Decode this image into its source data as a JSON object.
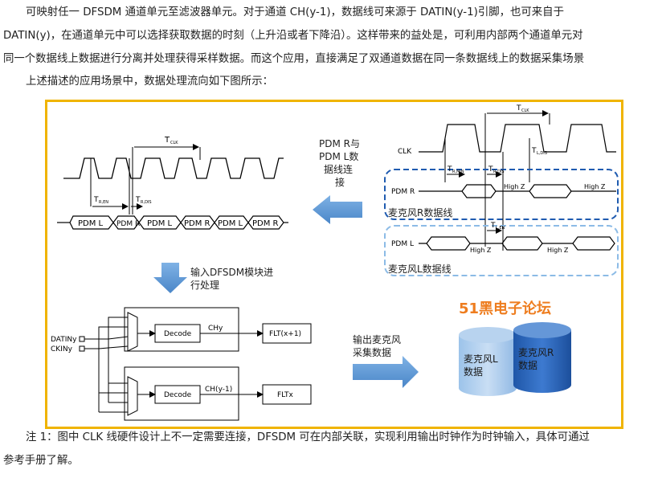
{
  "intro": {
    "line1": "可映射任一 DFSDM 通道单元至滤波器单元。对于通道 CH(y-1)，数据线可来源于 DATIN(y-1)引脚，也可来自于",
    "line2": "DATIN(y)，在通道单元中可以选择获取数据的时刻（上升沿或者下降沿）。这样带来的益处是，可利用内部两个通道单元对",
    "line3": "同一个数据线上数据进行分离并处理获得采样数据。而这个应用，直接满足了双通道数据在同一条数据线上的数据采集场景",
    "line4": "上述描述的应用场景中，数据处理流向如下图所示："
  },
  "diagram": {
    "left_timing": {
      "tclk": "T",
      "tclk_sub": "CLK",
      "tren": "T",
      "tren_sub": "R,EN",
      "trdis": "T",
      "trdis_sub": "R,DIS",
      "slots": [
        "PDM L",
        "PDM R",
        "PDM L",
        "PDM R",
        "PDM L",
        "PDM R"
      ]
    },
    "arrow1_label": [
      "PDM R与",
      "PDM L数",
      "据线连",
      "接"
    ],
    "right_timing": {
      "tclk": "T",
      "tclk_sub": "CLK",
      "clk_label": "CLK",
      "tldis": "T",
      "tldis_sub": "L,DIS",
      "trmin": "T",
      "trmin_sub": "R,MIN",
      "trdis": "T",
      "trdis_sub": "R,DIS",
      "tlen": "T",
      "tlen_sub": "L,EN",
      "pdmr_label": "PDM R",
      "pdml_label": "PDM L",
      "highz": "High Z",
      "group_r": "麦克风R数据线",
      "group_l": "麦克风L数据线"
    },
    "arrow2_label": [
      "输入DFSDM模块进",
      "行处理"
    ],
    "block": {
      "datin": "DATINy",
      "ckin": "CKINy",
      "decode": "Decode",
      "chy": "CHy",
      "chy1": "CH(y-1)",
      "flt1": "FLT(x+1)",
      "flt2": "FLTx"
    },
    "arrow3_label": [
      "输出麦克风",
      "采集数据"
    ],
    "forum": "51黑电子论坛",
    "db_l": [
      "麦克风L",
      "数据"
    ],
    "db_r": [
      "麦克风R",
      "数据"
    ]
  },
  "note": {
    "line1": "注 1：图中 CLK 线硬件设计上不一定需要连接，DFSDM 可在内部关联，实现利用输出时钟作为时钟输入，具体可通过",
    "line2": "参考手册了解。"
  }
}
